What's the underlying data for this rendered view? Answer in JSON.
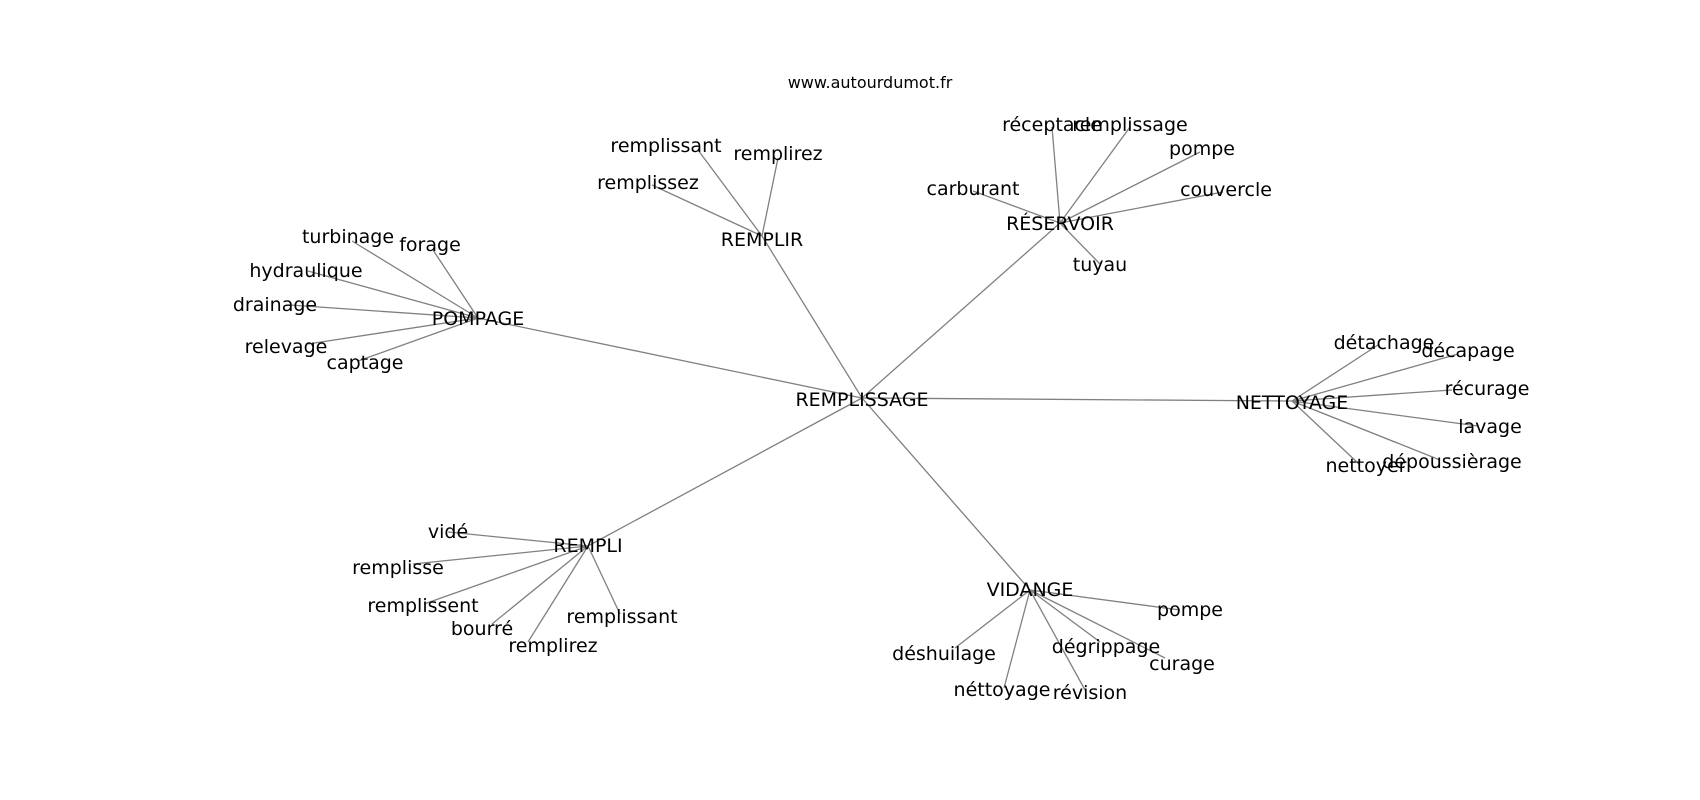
{
  "source": "www.autourdumot.fr",
  "graph": {
    "center": "REMPLISSAGE",
    "clusters": [
      {
        "hub": "REMPLIR",
        "leaves": [
          "remplissant",
          "remplirez",
          "remplissez"
        ]
      },
      {
        "hub": "RÉSERVOIR",
        "leaves": [
          "réceptacle",
          "remplissage",
          "pompe",
          "carburant",
          "couvercle",
          "tuyau"
        ]
      },
      {
        "hub": "POMPAGE",
        "leaves": [
          "turbinage",
          "forage",
          "hydraulique",
          "drainage",
          "relevage",
          "captage"
        ]
      },
      {
        "hub": "NETTOYAGE",
        "leaves": [
          "détachage",
          "décapage",
          "récurage",
          "lavage",
          "dépoussièrage",
          "nettoyer"
        ]
      },
      {
        "hub": "REMPLI",
        "leaves": [
          "vidé",
          "remplisse",
          "remplissent",
          "bourré",
          "remplirez",
          "remplissant"
        ]
      },
      {
        "hub": "VIDANGE",
        "leaves": [
          "pompe",
          "déshuilage",
          "dégrippage",
          "curage",
          "néttoyage",
          "révision"
        ]
      }
    ]
  }
}
